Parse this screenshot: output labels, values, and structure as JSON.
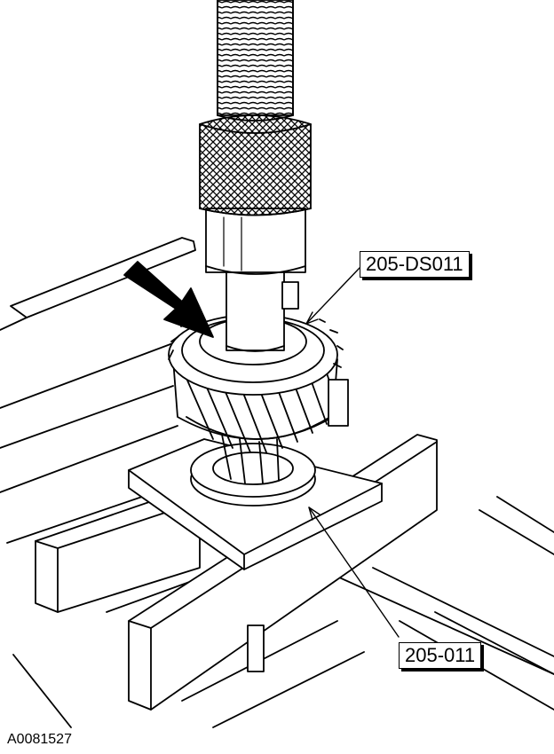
{
  "callouts": {
    "upper_tool": "205-DS011",
    "lower_tool": "205-011"
  },
  "figure_id": "A0081527",
  "colors": {
    "ink": "#000000",
    "paper": "#ffffff"
  }
}
